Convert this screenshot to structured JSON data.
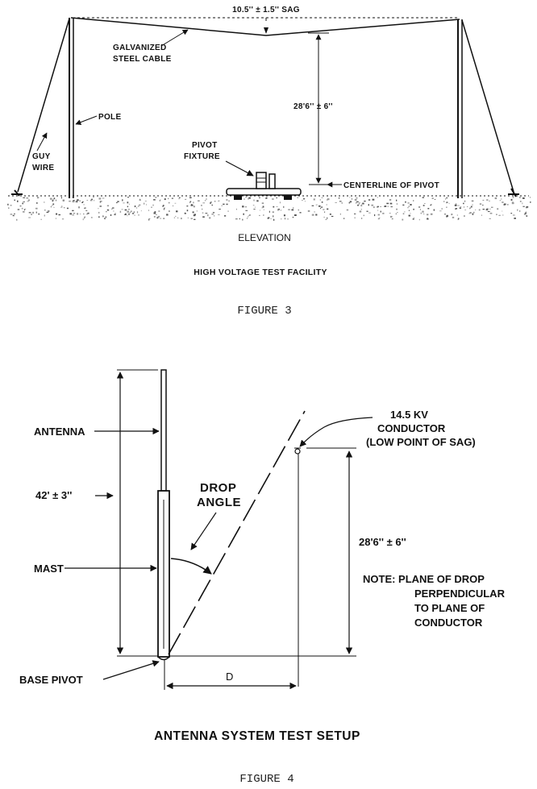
{
  "figure3": {
    "sag_label": "10.5'' ± 1.5'' SAG",
    "cable_label_line1": "GALVANIZED",
    "cable_label_line2": "STEEL CABLE",
    "pole_label": "POLE",
    "height_label": "28'6'' ± 6''",
    "guy_wire_line1": "GUY",
    "guy_wire_line2": "WIRE",
    "pivot_fixture_line1": "PIVOT",
    "pivot_fixture_line2": "FIXTURE",
    "centerline_label": "CENTERLINE OF PIVOT",
    "view_label": "ELEVATION",
    "title": "HIGH VOLTAGE TEST FACILITY",
    "caption": "FIGURE 3"
  },
  "figure4": {
    "antenna_label": "ANTENNA",
    "length_label": "42' ± 3''",
    "mast_label": "MAST",
    "base_pivot_label": "BASE PIVOT",
    "drop_angle_line1": "DROP",
    "drop_angle_line2": "ANGLE",
    "conductor_line1": "14.5 KV",
    "conductor_line2": "CONDUCTOR",
    "conductor_line3": "(LOW POINT OF SAG)",
    "height_label": "28'6'' ± 6''",
    "note_line1": "NOTE:  PLANE OF DROP",
    "note_line2": "PERPENDICULAR",
    "note_line3": "TO PLANE OF",
    "note_line4": "CONDUCTOR",
    "distance_label": "D",
    "title": "ANTENNA SYSTEM TEST SETUP",
    "caption": "FIGURE 4"
  }
}
